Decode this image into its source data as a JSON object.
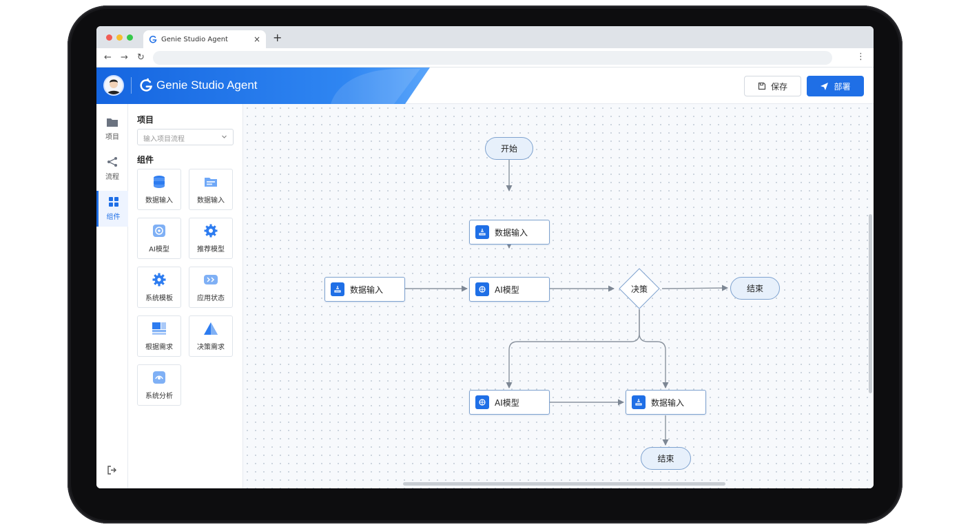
{
  "browser": {
    "tab_title": "Genie Studio Agent",
    "close_glyph": "×",
    "new_tab_glyph": "+",
    "back_glyph": "←",
    "forward_glyph": "→",
    "reload_glyph": "↻",
    "menu_glyph": "⋮"
  },
  "header": {
    "title": "Genie Studio Agent",
    "save_label": "保存",
    "deploy_label": "部署",
    "accent": "#1f6fe6"
  },
  "rail": {
    "items": [
      {
        "label": "项目",
        "icon": "folder-icon"
      },
      {
        "label": "流程",
        "icon": "share-icon"
      },
      {
        "label": "组件",
        "icon": "grid-icon",
        "active": true
      }
    ],
    "exit_icon": "logout-icon"
  },
  "panel": {
    "project_heading": "项目",
    "project_placeholder": "输入项目流程",
    "components_heading": "组件",
    "components": [
      {
        "label": "数据输入",
        "icon": "database-icon"
      },
      {
        "label": "数据输入",
        "icon": "folder-data-icon"
      },
      {
        "label": "AI模型",
        "icon": "ai-chip-icon"
      },
      {
        "label": "推荐模型",
        "icon": "gear-ai-icon"
      },
      {
        "label": "系统模板",
        "icon": "gear-icon"
      },
      {
        "label": "应用状态",
        "icon": "toggle-icon"
      },
      {
        "label": "根据需求",
        "icon": "layout-icon"
      },
      {
        "label": "决策需求",
        "icon": "pyramid-icon"
      },
      {
        "label": "系统分析",
        "icon": "analysis-icon"
      }
    ]
  },
  "flow": {
    "start": "开始",
    "input_top": "数据输入",
    "input_left": "数据输入",
    "ai_model_mid": "AI模型",
    "decision": "决策",
    "end_right": "结束",
    "ai_model_bottom": "AI模型",
    "input_bottom": "数据输入",
    "end_bottom": "结束"
  }
}
